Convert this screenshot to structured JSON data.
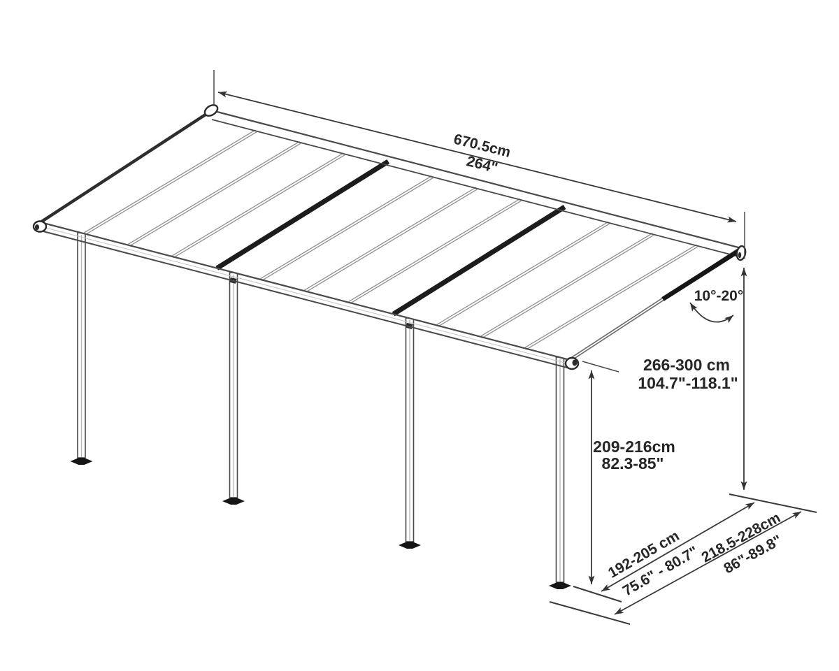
{
  "diagram": {
    "kind": "patio-cover isometric dimension drawing",
    "colors": {
      "background": "#ffffff",
      "line": "#3a3a3a",
      "dark_profile": "#1c1c1c",
      "text": "#262626"
    },
    "dimensions": {
      "width": {
        "cm": "670.5cm",
        "in": "264\""
      },
      "pitch_angle": "10°-20°",
      "rear_clearance": {
        "cm": "266-300 cm",
        "in": "104.7\"-118.1\""
      },
      "post_height": {
        "cm": "209-216cm",
        "in": "82.3-85\""
      },
      "depth_posts": {
        "cm": "192-205 cm",
        "in": "75.6\" - 80.7\""
      },
      "depth_total": {
        "cm": "218.5-228cm",
        "in": "86\"-89.8\""
      }
    }
  }
}
